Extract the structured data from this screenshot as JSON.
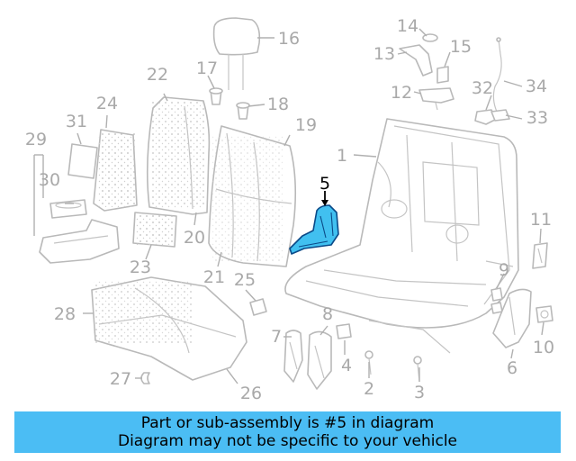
{
  "diagram": {
    "highlighted_part": "5",
    "callouts": [
      "1",
      "2",
      "3",
      "4",
      "5",
      "6",
      "7",
      "8",
      "9",
      "10",
      "11",
      "12",
      "13",
      "14",
      "15",
      "16",
      "17",
      "18",
      "19",
      "20",
      "21",
      "22",
      "23",
      "24",
      "25",
      "26",
      "27",
      "28",
      "29",
      "30",
      "31",
      "32",
      "33",
      "34"
    ]
  },
  "banner": {
    "line1": "Part or sub-assembly is #5 in diagram",
    "line2": "Diagram may not be specific to your vehicle",
    "background_color": "#4bbdf4"
  },
  "colors": {
    "highlight_fill": "#41c0f0",
    "highlight_outline": "#0b4a88",
    "line_art": "#b9b9b9"
  }
}
